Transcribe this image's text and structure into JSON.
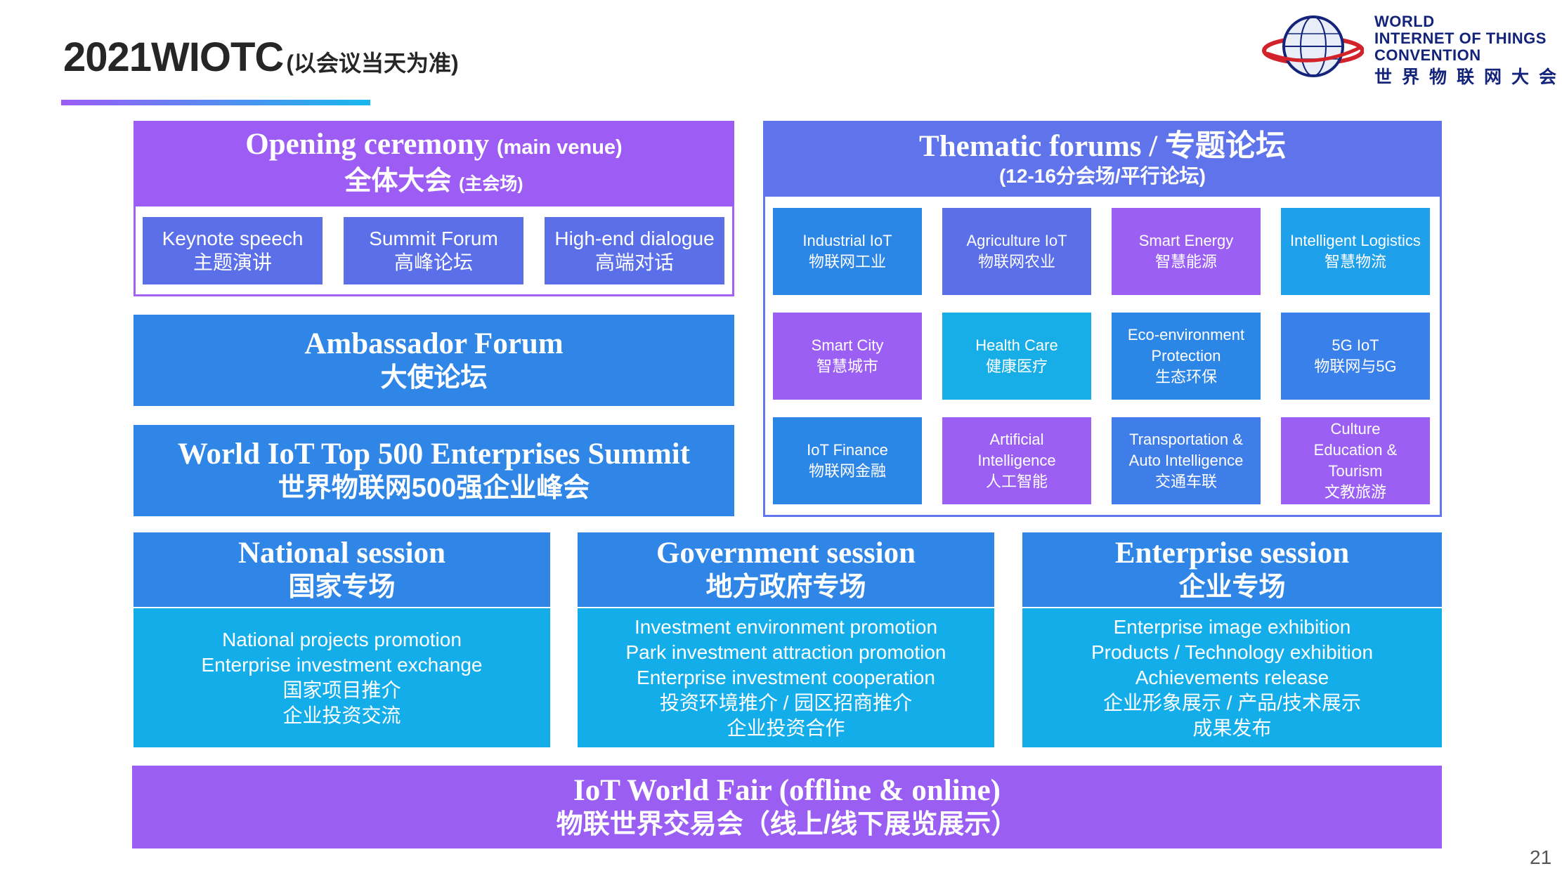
{
  "header": {
    "title": "2021WIOTC",
    "subtitle": "(以会议当天为准)"
  },
  "logo": {
    "icon": "globe-emblem-icon",
    "line1": "WORLD",
    "line2": "INTERNET OF THINGS",
    "line3": "CONVENTION",
    "line4": "世界物联网大会"
  },
  "colors": {
    "purple": "#9d5cf3",
    "blue": "#2f86e6",
    "indigo": "#5f74ea",
    "cyan": "#13aeea",
    "navy": "#13247a"
  },
  "opening": {
    "title_en": "Opening ceremony",
    "title_en_note": "(main venue)",
    "title_zh": "全体大会",
    "title_zh_note": "(主会场)",
    "items": [
      {
        "en": "Keynote speech",
        "zh": "主题演讲"
      },
      {
        "en": "Summit Forum",
        "zh": "高峰论坛"
      },
      {
        "en": "High-end dialogue",
        "zh": "高端对话"
      }
    ]
  },
  "ambassador": {
    "en": "Ambassador Forum",
    "zh": "大使论坛"
  },
  "top500": {
    "en": "World IoT Top 500 Enterprises Summit",
    "zh": "世界物联网500强企业峰会"
  },
  "thematic": {
    "title": "Thematic forums / 专题论坛",
    "subtitle": "(12-16分会场/平行论坛)",
    "tiles": [
      {
        "en": "Industrial IoT",
        "zh": "物联网工业"
      },
      {
        "en": "Agriculture IoT",
        "zh": "物联网农业"
      },
      {
        "en": "Smart Energy",
        "zh": "智慧能源"
      },
      {
        "en": "Intelligent Logistics",
        "zh": "智慧物流"
      },
      {
        "en": "Smart City",
        "zh": "智慧城市"
      },
      {
        "en": "Health Care",
        "zh": "健康医疗"
      },
      {
        "en": "Eco-environment Protection",
        "zh": "生态环保"
      },
      {
        "en": "5G IoT",
        "zh": "物联网与5G"
      },
      {
        "en": "IoT Finance",
        "zh": "物联网金融"
      },
      {
        "en": "Artificial Intelligence",
        "zh": "人工智能"
      },
      {
        "en": "Transportation & Auto Intelligence",
        "zh": "交通车联"
      },
      {
        "en": "Culture Education & Tourism",
        "zh": "文教旅游"
      }
    ]
  },
  "sessions": [
    {
      "en": "National session",
      "zh": "国家专场",
      "lines": [
        "National projects promotion",
        "Enterprise investment exchange",
        "国家项目推介",
        "企业投资交流"
      ]
    },
    {
      "en": "Government session",
      "zh": "地方政府专场",
      "lines": [
        "Investment environment promotion",
        "Park investment attraction promotion",
        "Enterprise investment cooperation",
        "投资环境推介 / 园区招商推介",
        "企业投资合作"
      ]
    },
    {
      "en": "Enterprise session",
      "zh": "企业专场",
      "lines": [
        "Enterprise image exhibition",
        "Products / Technology exhibition",
        "Achievements release",
        "企业形象展示 / 产品/技术展示",
        "成果发布"
      ]
    }
  ],
  "fair": {
    "en": "IoT World Fair (offline & online)",
    "zh": "物联世界交易会（线上/线下展览展示）"
  },
  "page_number": "21"
}
